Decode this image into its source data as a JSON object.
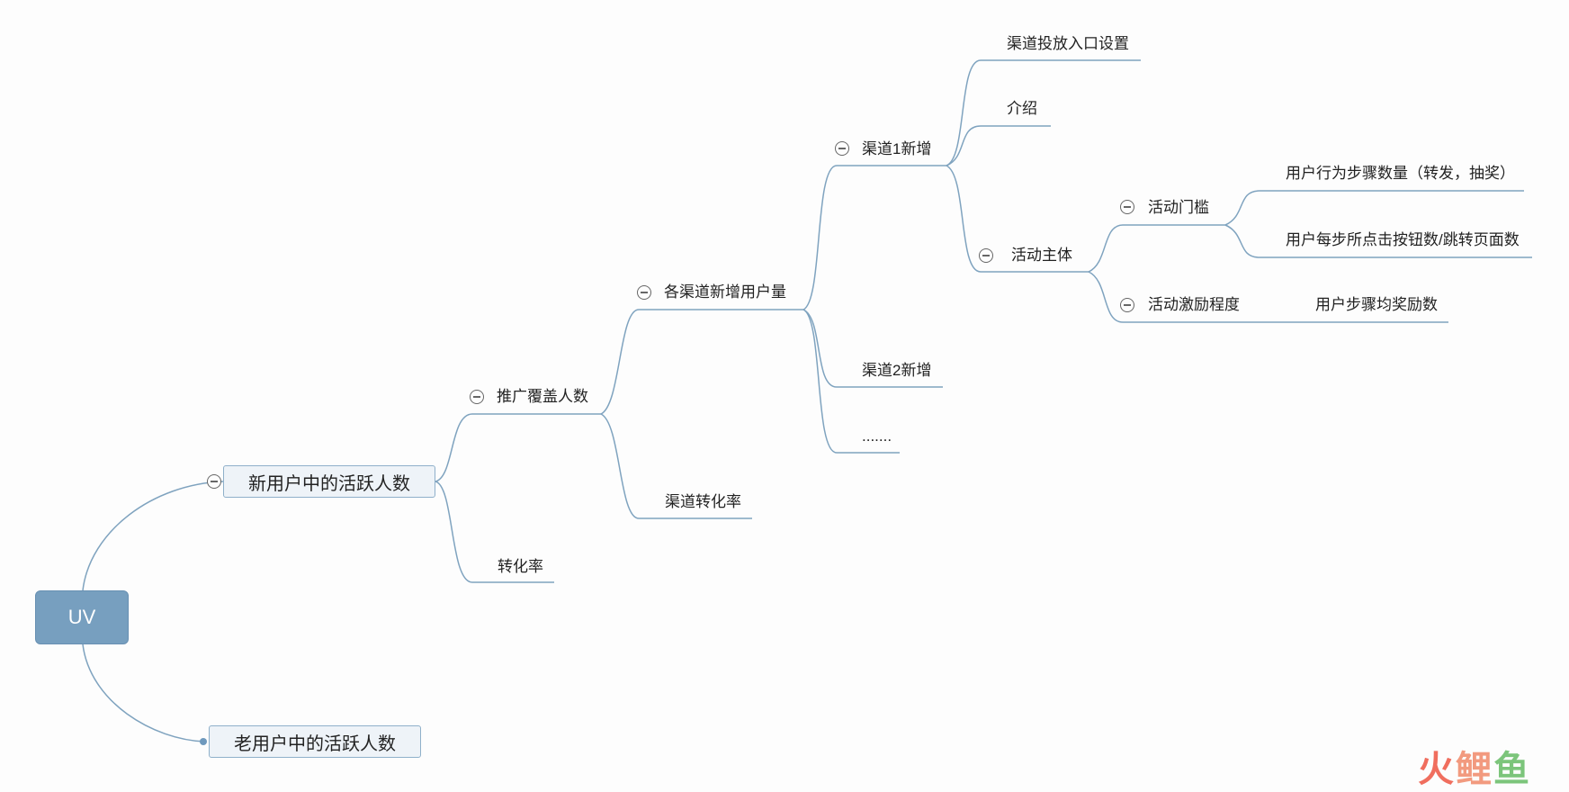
{
  "mindmap": {
    "root": "UV",
    "new_user_active": "新用户中的活跃人数",
    "old_user_active": "老用户中的活跃人数",
    "promo_reach": "推广覆盖人数",
    "conversion_rate": "转化率",
    "channel_new_users": "各渠道新增用户量",
    "channel_conversion": "渠道转化率",
    "channel1_new": "渠道1新增",
    "channel2_new": "渠道2新增",
    "ellipsis": ".......",
    "channel_entry_settings": "渠道投放入口设置",
    "intro": "介绍",
    "activity_body": "活动主体",
    "activity_threshold": "活动门槛",
    "activity_incentive": "活动激励程度",
    "user_steps_count": "用户行为步骤数量（转发，抽奖）",
    "user_clicks_per_step": "用户每步所点击按钮数/跳转页面数",
    "avg_reward_per_step": "用户步骤均奖励数"
  },
  "watermark": {
    "char1": "火",
    "char2": "鲤",
    "char3": "鱼"
  },
  "colors": {
    "line": "#7fa3bf",
    "root_fill": "#779fbf",
    "box_fill": "#eef3f8",
    "box_border": "#8fb0ca"
  }
}
